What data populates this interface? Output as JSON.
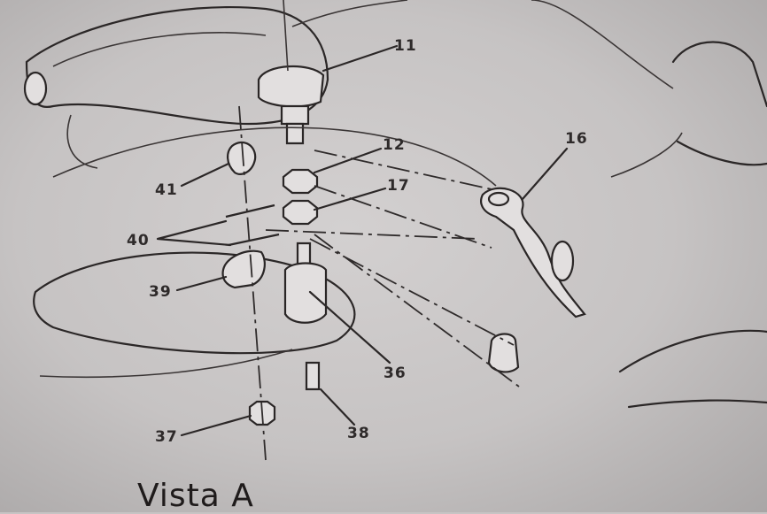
{
  "title": "Vista A",
  "callouts": [
    "11",
    "12",
    "17",
    "16",
    "41",
    "40",
    "39",
    "36",
    "37",
    "38"
  ]
}
